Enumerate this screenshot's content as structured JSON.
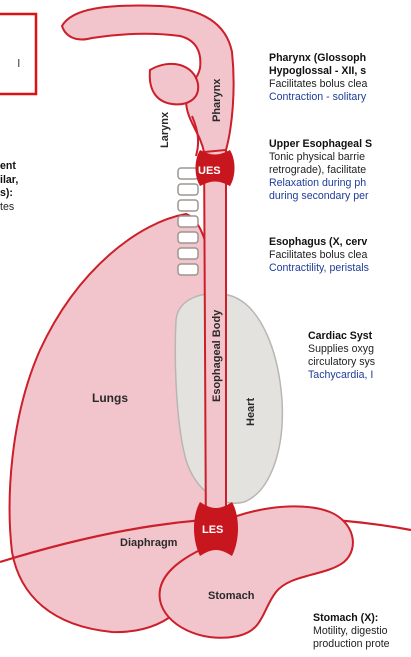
{
  "colors": {
    "organ_fill": "#f2c4cc",
    "organ_stroke": "#cc1f2a",
    "sphincter": "#c8161f",
    "heart_fill": "#e4e2df",
    "box_stroke": "#dd1111",
    "blue_text": "#1f3d99"
  },
  "left_panel": {
    "lines": [
      "ent",
      "ilar,",
      "s):",
      "tes"
    ],
    "box_text": "l"
  },
  "organs": {
    "pharynx": "Pharynx",
    "larynx": "Larynx",
    "ues": "UES",
    "esophageal_body": "Esophageal Body",
    "lungs": "Lungs",
    "heart": "Heart",
    "diaphragm": "Diaphragm",
    "les": "LES",
    "stomach": "Stomach"
  },
  "sections": {
    "pharynx": {
      "heading1": "Pharynx (Glossoph",
      "heading2": "Hypoglossal - XII, s",
      "desc": "Facilitates bolus clea",
      "blue": "Contraction - solitary"
    },
    "ues": {
      "heading": "Upper Esophageal S",
      "desc1": "Tonic physical barrie",
      "desc2": "retrograde), facilitate",
      "blue1": "Relaxation during ph",
      "blue2": "during secondary per"
    },
    "esophagus": {
      "heading": "Esophagus (X, cerv",
      "desc": "Facilitates bolus clea",
      "blue": "Contractility, peristals"
    },
    "cardiac": {
      "heading": "Cardiac Syst",
      "desc1": "Supplies oxyg",
      "desc2": "circulatory sys",
      "blue": "Tachycardia, I"
    },
    "stomach": {
      "heading": "Stomach (X):",
      "desc1": "Motility, digestio",
      "desc2": "production prote"
    }
  }
}
